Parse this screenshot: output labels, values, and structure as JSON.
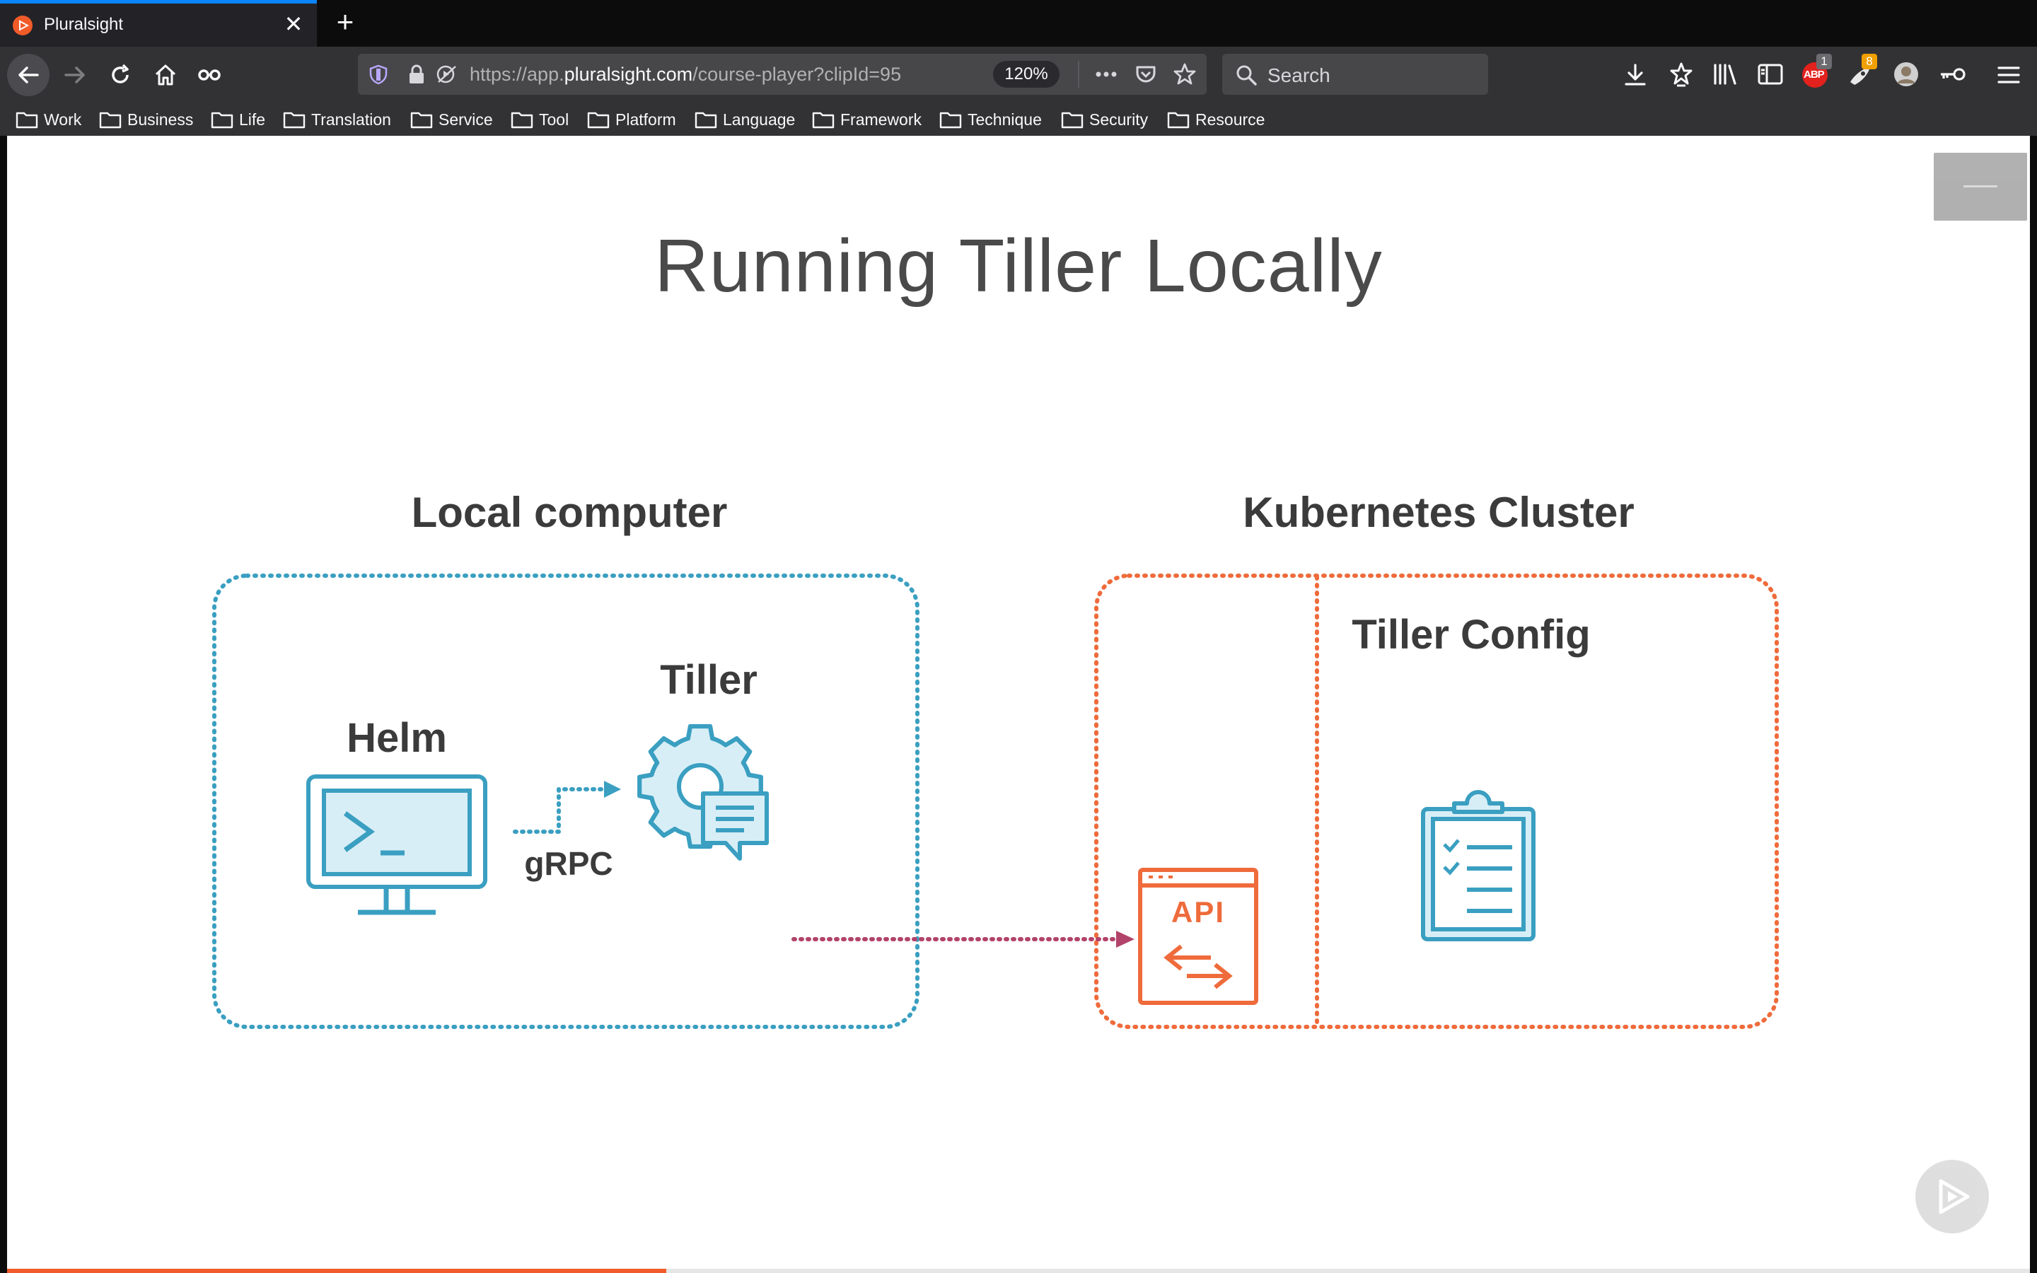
{
  "browser": {
    "tab": {
      "title": "Pluralsight"
    },
    "url": {
      "prefix": "https://app.",
      "host": "pluralsight.com",
      "path": "/course-player?clipId=95"
    },
    "zoom": "120%",
    "search": {
      "placeholder": "Search"
    },
    "badges": {
      "abp": "1",
      "ext": "8"
    },
    "bookmarks": [
      "Work",
      "Business",
      "Life",
      "Translation",
      "Service",
      "Tool",
      "Platform",
      "Language",
      "Framework",
      "Technique",
      "Security",
      "Resource"
    ]
  },
  "slide": {
    "title": "Running Tiller Locally",
    "local_heading": "Local computer",
    "cluster_heading": "Kubernetes Cluster",
    "helm_label": "Helm",
    "tiller_label": "Tiller",
    "grpc_label": "gRPC",
    "tiller_config_label": "Tiller Config",
    "api_label": "API",
    "colors": {
      "local": "#3a9fc1",
      "cluster": "#ef6b3b",
      "link": "#b2436a",
      "text": "#3b3b3b"
    }
  },
  "player": {
    "progress_percent": 32.6,
    "progress_color": "#f15b2a"
  }
}
